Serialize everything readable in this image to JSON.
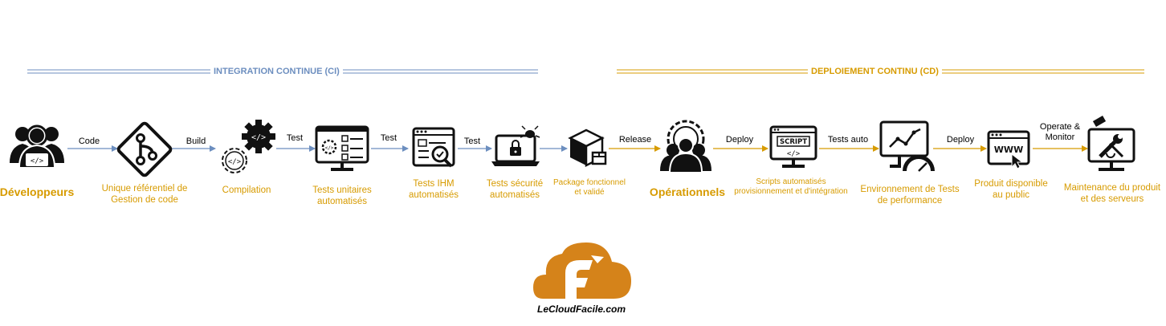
{
  "banners": {
    "ci": "INTEGRATION CONTINUE (CI)",
    "cd": "DEPLOIEMENT CONTINU (CD)"
  },
  "colors": {
    "ci": "#6c8ebf",
    "cd": "#d79b00",
    "logo": "#d5831a"
  },
  "nodes": [
    {
      "id": "developpeurs",
      "icon": "developers-icon",
      "label": "Développeurs"
    },
    {
      "id": "git",
      "icon": "git-branch-icon",
      "label": "Unique référentiel de\nGestion de code"
    },
    {
      "id": "compilation",
      "icon": "code-gears-icon",
      "label": "Compilation"
    },
    {
      "id": "tests-unitaires",
      "icon": "test-checklist-monitor-icon",
      "label": "Tests unitaires\nautomatisés"
    },
    {
      "id": "tests-ihm",
      "icon": "ui-test-icon",
      "label": "Tests IHM\nautomatisés"
    },
    {
      "id": "tests-securite",
      "icon": "security-laptop-icon",
      "label": "Tests sécurité\nautomatisés"
    },
    {
      "id": "package",
      "icon": "package-boxes-icon",
      "label": "Package fonctionnel\net validé"
    },
    {
      "id": "operationnels",
      "icon": "operations-team-icon",
      "label": "Opérationnels"
    },
    {
      "id": "scripts",
      "icon": "script-monitor-icon",
      "label": "Scripts automatisés\nprovisionnement et d'intégration"
    },
    {
      "id": "perf",
      "icon": "performance-monitor-icon",
      "label": "Environnement de Tests\nde performance"
    },
    {
      "id": "produit",
      "icon": "www-browser-icon",
      "label": "Produit disponible\nau public"
    },
    {
      "id": "maintenance",
      "icon": "maintenance-monitor-icon",
      "label": "Maintenance du produit\net des serveurs"
    }
  ],
  "connectors": [
    {
      "label": "Code"
    },
    {
      "label": "Build"
    },
    {
      "label": "Test"
    },
    {
      "label": "Test"
    },
    {
      "label": "Test"
    },
    {
      "label": ""
    },
    {
      "label": "Release"
    },
    {
      "label": "Deploy"
    },
    {
      "label": "Tests auto"
    },
    {
      "label": "Deploy"
    },
    {
      "label": "Operate &\nMonitor"
    }
  ],
  "logo": {
    "letter": "F",
    "text": "LeCloudFacile.com"
  }
}
